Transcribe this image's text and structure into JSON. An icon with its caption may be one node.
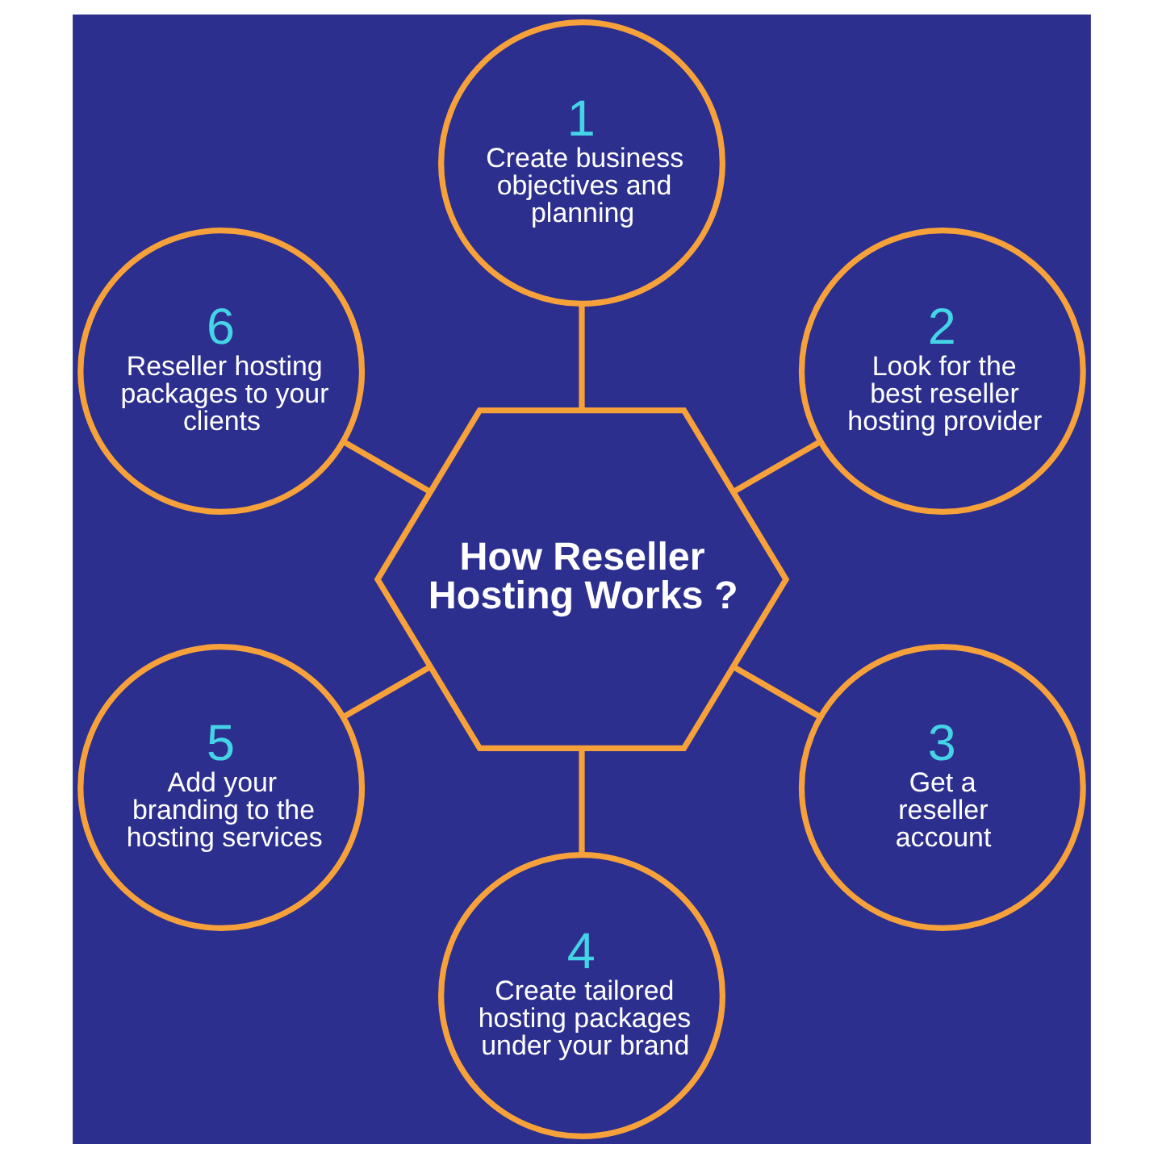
{
  "diagram": {
    "nodes": [
      {
        "text": [
          "How Reseller Hosting Works ?"
        ]
      },
      {
        "text": [
          "1",
          "Create business objectives and planning"
        ]
      },
      {
        "text": [
          "2",
          "Look for the best reseller hosting provider"
        ]
      },
      {
        "text": [
          "3",
          "Get a reseller account"
        ]
      },
      {
        "text": [
          "4",
          "Create tailored hosting packages under your brand"
        ]
      },
      {
        "text": [
          "5",
          "Add your branding to the hosting services"
        ]
      },
      {
        "text": [
          "6",
          "Reseller hosting packages to your clients"
        ]
      }
    ],
    "edges": [
      {
        "from": 0,
        "to": 1,
        "arrow": "none"
      },
      {
        "from": 0,
        "to": 2,
        "arrow": "none"
      },
      {
        "from": 0,
        "to": 3,
        "arrow": "none"
      },
      {
        "from": 0,
        "to": 4,
        "arrow": "none"
      },
      {
        "from": 0,
        "to": 5,
        "arrow": "none"
      },
      {
        "from": 0,
        "to": 6,
        "arrow": "none"
      }
    ]
  }
}
